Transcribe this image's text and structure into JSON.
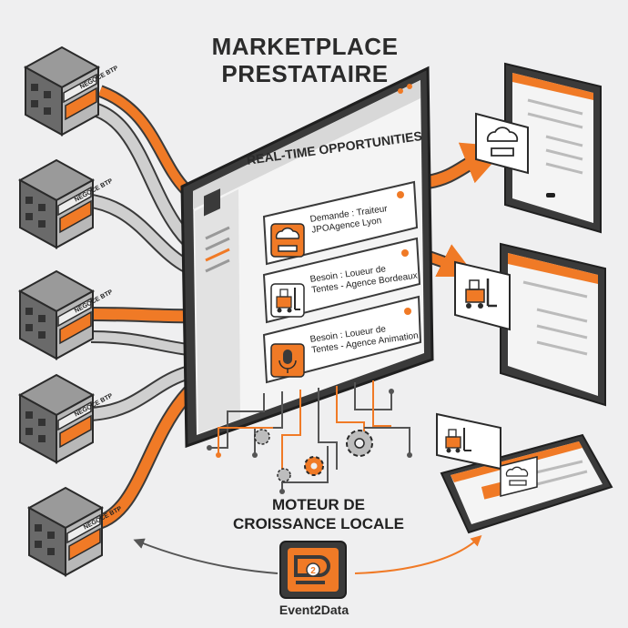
{
  "header": {
    "title_line1": "MARKETPLACE",
    "title_line2": "PRESTATAIRE"
  },
  "panel": {
    "title": "REAL-TIME OPPORTUNITIES",
    "cards": [
      {
        "text": "Demande : Traiteur\nJPOAgence Lyon",
        "icon": "chef-hat-icon"
      },
      {
        "text": "Besoin : Loueur de\nTentes - Agence Bordeaux",
        "icon": "forklift-icon"
      },
      {
        "text": "Besoin : Loueur de\nTentes - Agence Animation",
        "icon": "microphone-icon"
      }
    ]
  },
  "stores": {
    "sign": "NEGOCE BTP",
    "count": 5
  },
  "engine": {
    "line1": "MOTEUR DE",
    "line2": "CROISSANCE LOCALE"
  },
  "brand": {
    "name": "Event2Data",
    "logo_digit": "2"
  },
  "colors": {
    "accent": "#f07a26",
    "dark": "#3a3a3a",
    "light_arrow": "#c9c9c9",
    "screen": "#f4f4f4"
  }
}
